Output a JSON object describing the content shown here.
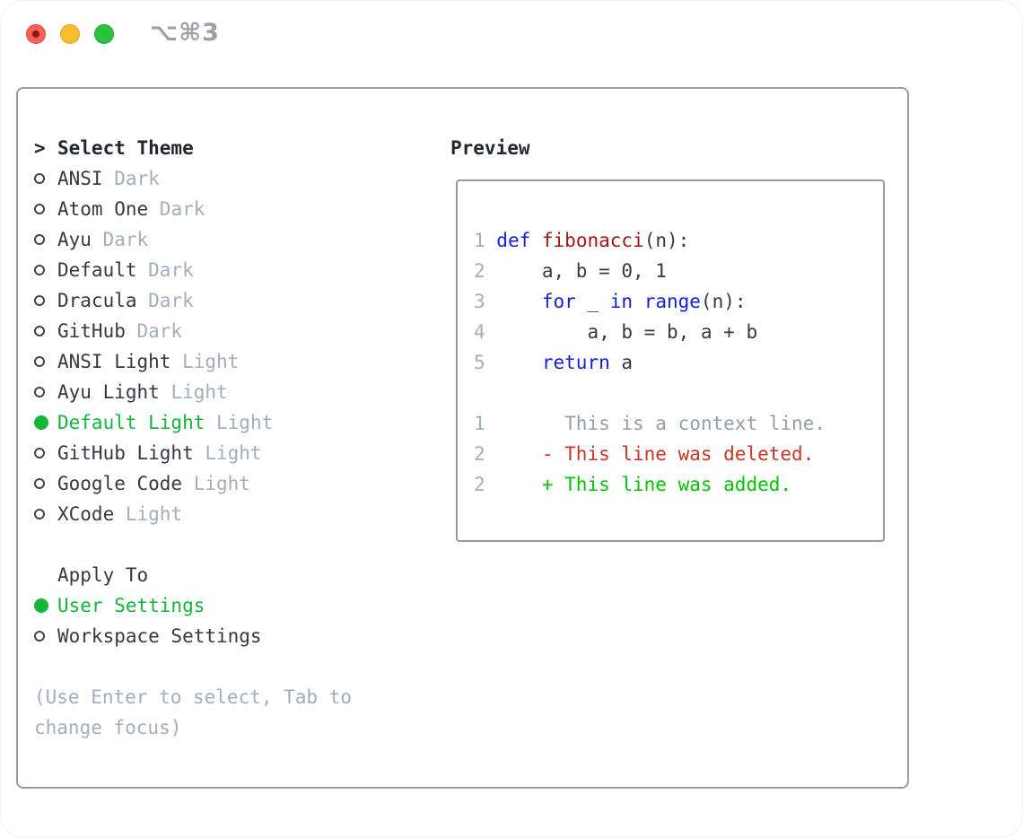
{
  "colors": {
    "accent-green": "#13b53a",
    "diff-added": "#00c300",
    "diff-deleted": "#cb3423",
    "keyword-blue": "#1420dd",
    "function-red": "#a61616",
    "text-dark": "#343a42",
    "text-heading": "#22272e",
    "text-muted": "#a3aebc",
    "context-gray": "#959ea7",
    "border-gray": "#939da9",
    "traffic-red": "#f6605a",
    "traffic-yellow": "#fabd2f",
    "traffic-green": "#2bc03d"
  },
  "window": {
    "shortcut_label": "⌥⌘3"
  },
  "theme_panel": {
    "title_marker": ">",
    "title": "Select Theme",
    "themes": [
      {
        "name": "ANSI",
        "tag": "Dark",
        "selected": false
      },
      {
        "name": "Atom One",
        "tag": "Dark",
        "selected": false
      },
      {
        "name": "Ayu",
        "tag": "Dark",
        "selected": false
      },
      {
        "name": "Default",
        "tag": "Dark",
        "selected": false
      },
      {
        "name": "Dracula",
        "tag": "Dark",
        "selected": false
      },
      {
        "name": "GitHub",
        "tag": "Dark",
        "selected": false
      },
      {
        "name": "ANSI Light",
        "tag": "Light",
        "selected": false
      },
      {
        "name": "Ayu Light",
        "tag": "Light",
        "selected": false
      },
      {
        "name": "Default Light",
        "tag": "Light",
        "selected": true
      },
      {
        "name": "GitHub Light",
        "tag": "Light",
        "selected": false
      },
      {
        "name": "Google Code",
        "tag": "Light",
        "selected": false
      },
      {
        "name": "XCode",
        "tag": "Light",
        "selected": false
      }
    ],
    "apply_to": {
      "title": "Apply To",
      "options": [
        {
          "name": "User Settings",
          "selected": true
        },
        {
          "name": "Workspace Settings",
          "selected": false
        }
      ]
    },
    "hint_lines": [
      "(Use Enter to select, Tab to",
      "change focus)"
    ]
  },
  "preview": {
    "title": "Preview",
    "lines": [
      [
        {
          "c": "ln",
          "t": "1 "
        },
        {
          "c": "kw",
          "t": "def"
        },
        {
          "c": "code",
          "t": " "
        },
        {
          "c": "fn",
          "t": "fibonacci"
        },
        {
          "c": "code",
          "t": "(n):"
        }
      ],
      [
        {
          "c": "ln",
          "t": "2 "
        },
        {
          "c": "code",
          "t": "    a, b = 0, 1"
        }
      ],
      [
        {
          "c": "ln",
          "t": "3 "
        },
        {
          "c": "code",
          "t": "    "
        },
        {
          "c": "kw",
          "t": "for"
        },
        {
          "c": "code",
          "t": " _ "
        },
        {
          "c": "kw",
          "t": "in"
        },
        {
          "c": "code",
          "t": " "
        },
        {
          "c": "kw",
          "t": "range"
        },
        {
          "c": "code",
          "t": "(n):"
        }
      ],
      [
        {
          "c": "ln",
          "t": "4 "
        },
        {
          "c": "code",
          "t": "        a, b = b, a + b"
        }
      ],
      [
        {
          "c": "ln",
          "t": "5 "
        },
        {
          "c": "code",
          "t": "    "
        },
        {
          "c": "kw",
          "t": "return"
        },
        {
          "c": "code",
          "t": " a"
        }
      ],
      [],
      [
        {
          "c": "ln",
          "t": "1 "
        },
        {
          "c": "ctx",
          "t": "      This is a context line."
        }
      ],
      [
        {
          "c": "ln",
          "t": "2 "
        },
        {
          "c": "del",
          "t": "    - This line was deleted."
        }
      ],
      [
        {
          "c": "ln",
          "t": "2 "
        },
        {
          "c": "add",
          "t": "    + This line was added."
        }
      ]
    ]
  }
}
